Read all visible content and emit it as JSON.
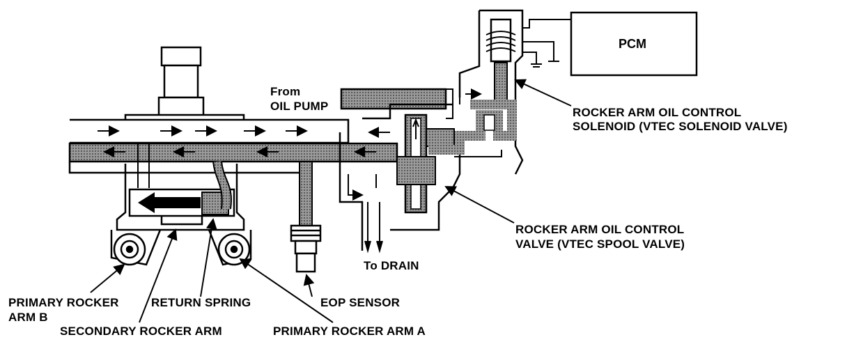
{
  "labels": {
    "pcm": "PCM",
    "from_oil_pump_1": "From",
    "from_oil_pump_2": "OIL PUMP",
    "solenoid_1": "ROCKER ARM OIL CONTROL",
    "solenoid_2": "SOLENOID (VTEC SOLENOID VALVE)",
    "spool_1": "ROCKER ARM OIL CONTROL",
    "spool_2": "VALVE (VTEC SPOOL VALVE)",
    "to_drain": "To DRAIN",
    "primary_b_1": "PRIMARY ROCKER",
    "primary_b_2": "ARM B",
    "return_spring": "RETURN SPRING",
    "eop_sensor": "EOP SENSOR",
    "secondary_rocker": "SECONDARY ROCKER ARM",
    "primary_a": "PRIMARY ROCKER ARM A"
  },
  "colors": {
    "ink": "#000000",
    "paper": "#ffffff",
    "oil": "#8a8a8a"
  }
}
